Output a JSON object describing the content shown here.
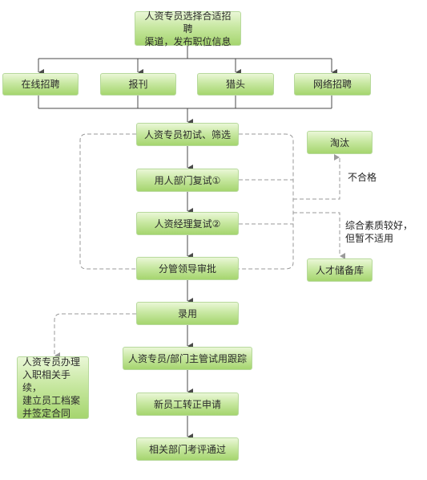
{
  "nodes": {
    "n_select": "人资专员选择合适招聘\n渠道，发布职位信息",
    "n_online": "在线招聘",
    "n_newspaper": "报刊",
    "n_headhunter": "猎头",
    "n_network": "网络招聘",
    "n_screen": "人资专员初试、筛选",
    "n_dept": "用人部门复试①",
    "n_manager": "人资经理复试②",
    "n_leader": "分管领导审批",
    "n_hire": "录用",
    "n_track": "人资专员/部门主管试用跟踪",
    "n_regular": "新员工转正申请",
    "n_pass": "相关部门考评通过",
    "n_onboard": "人资专员办理\n入职相关手续，\n建立员工档案\n并签定合同",
    "n_eliminate": "淘汰",
    "n_pool": "人才储备库"
  },
  "labels": {
    "fail": "不合格",
    "reserve": "综合素质较好，\n但暂不适用"
  },
  "colors": {
    "box_border": "#b7d99c",
    "box_top": "#eaf7d7",
    "box_bottom": "#a5d56e",
    "solid_line": "#4a4a4a",
    "dashed_line": "#9a9a9a"
  }
}
